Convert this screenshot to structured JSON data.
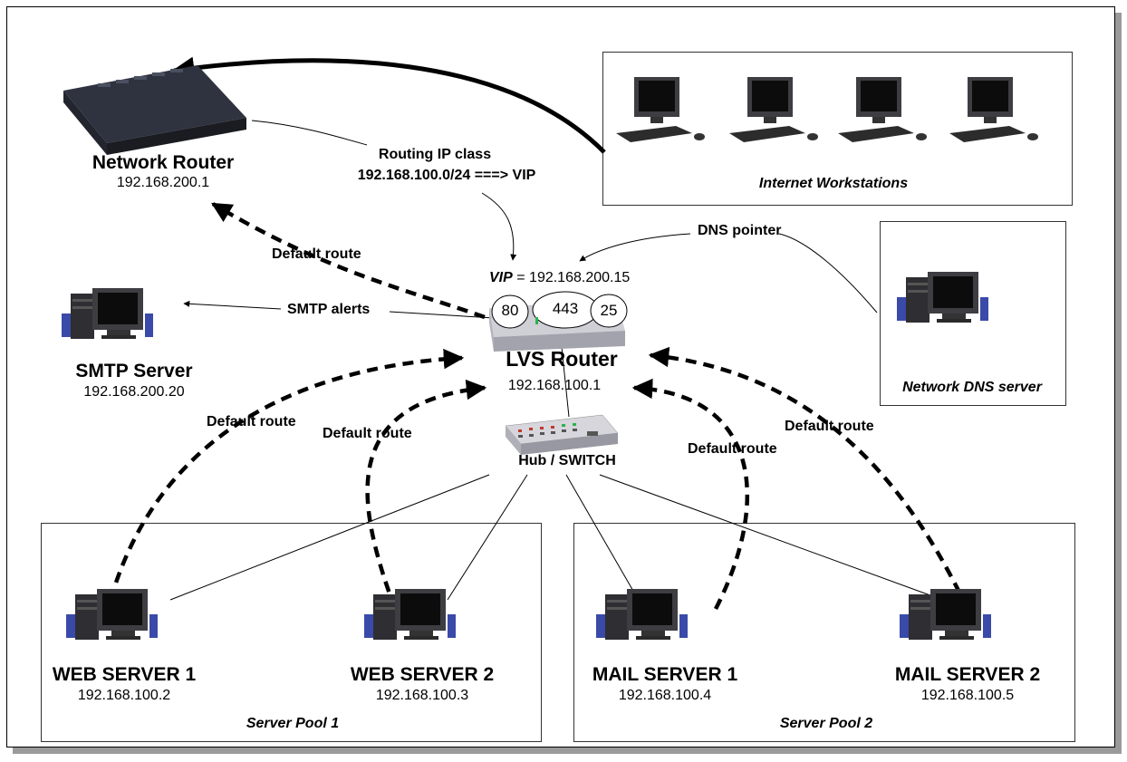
{
  "network_router": {
    "name": "Network Router",
    "ip": "192.168.200.1"
  },
  "routing_note": {
    "line1": "Routing IP class",
    "line2": "192.168.100.0/24 ===> VIP"
  },
  "workstations": {
    "caption": "Internet Workstations"
  },
  "dns_pointer": "DNS pointer",
  "dns_server": {
    "caption": "Network DNS server"
  },
  "vip": {
    "prefix": "VIP",
    "value": "= 192.168.200.15"
  },
  "lvs_router": {
    "name": "LVS Router",
    "ip": "192.168.100.1",
    "ports": [
      "80",
      "443",
      "25"
    ]
  },
  "smtp_alerts": "SMTP alerts",
  "smtp_server": {
    "name": "SMTP Server",
    "ip": "192.168.200.20"
  },
  "hub": {
    "label": "Hub / SWITCH"
  },
  "default_route": "Default route",
  "pool1": {
    "caption": "Server Pool 1",
    "servers": [
      {
        "name": "WEB SERVER 1",
        "ip": "192.168.100.2"
      },
      {
        "name": "WEB SERVER 2",
        "ip": "192.168.100.3"
      }
    ]
  },
  "pool2": {
    "caption": "Server Pool 2",
    "servers": [
      {
        "name": "MAIL SERVER 1",
        "ip": "192.168.100.4"
      },
      {
        "name": "MAIL SERVER 2",
        "ip": "192.168.100.5"
      }
    ]
  }
}
